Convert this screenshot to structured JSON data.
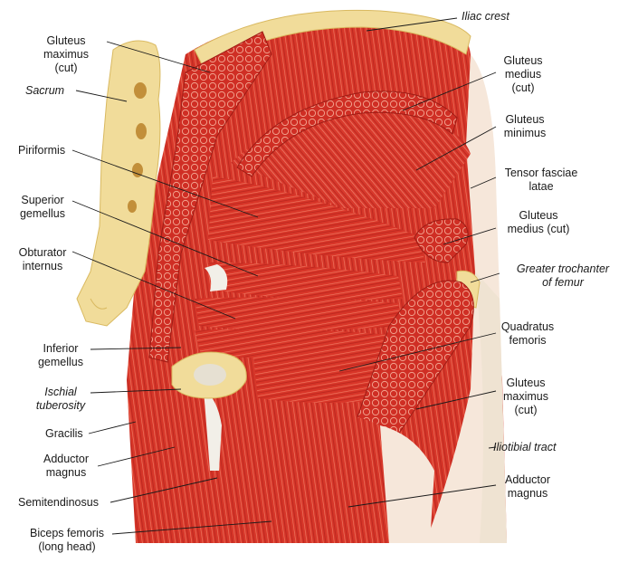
{
  "labels": {
    "iliac_crest": "Iliac crest",
    "gluteus_maximus_cut_top": "Gluteus\nmaximus\n(cut)",
    "sacrum": "Sacrum",
    "piriformis": "Piriformis",
    "superior_gemellus": "Superior\ngemellus",
    "obturator_internus": "Obturator\ninternus",
    "inferior_gemellus": "Inferior\ngemellus",
    "ischial_tuberosity": "Ischial\ntuberosity",
    "gracilis": "Gracilis",
    "adductor_magnus_left": "Adductor\nmagnus",
    "semitendinosus": "Semitendinosus",
    "biceps_femoris": "Biceps femoris\n(long head)",
    "gluteus_medius_cut_top": "Gluteus\nmedius\n(cut)",
    "gluteus_minimus": "Gluteus\nminimus",
    "tensor_fasciae_latae": "Tensor fasciae\nlatae",
    "gluteus_medius_cut_mid": "Gluteus\nmedius (cut)",
    "greater_trochanter": "Greater trochanter\nof femur",
    "quadratus_femoris": "Quadratus\nfemoris",
    "gluteus_maximus_cut_right": "Gluteus\nmaximus\n(cut)",
    "iliotibial_tract": "Iliotibial tract",
    "adductor_magnus_right": "Adductor\nmagnus"
  },
  "colors": {
    "muscle": "#d9372b",
    "muscle_dark": "#b8241c",
    "muscle_light": "#ee6a55",
    "bone": "#f1dc9a",
    "bone_shade": "#d9b960",
    "tendon": "#f2efe8",
    "fascia": "#f6e7da"
  }
}
